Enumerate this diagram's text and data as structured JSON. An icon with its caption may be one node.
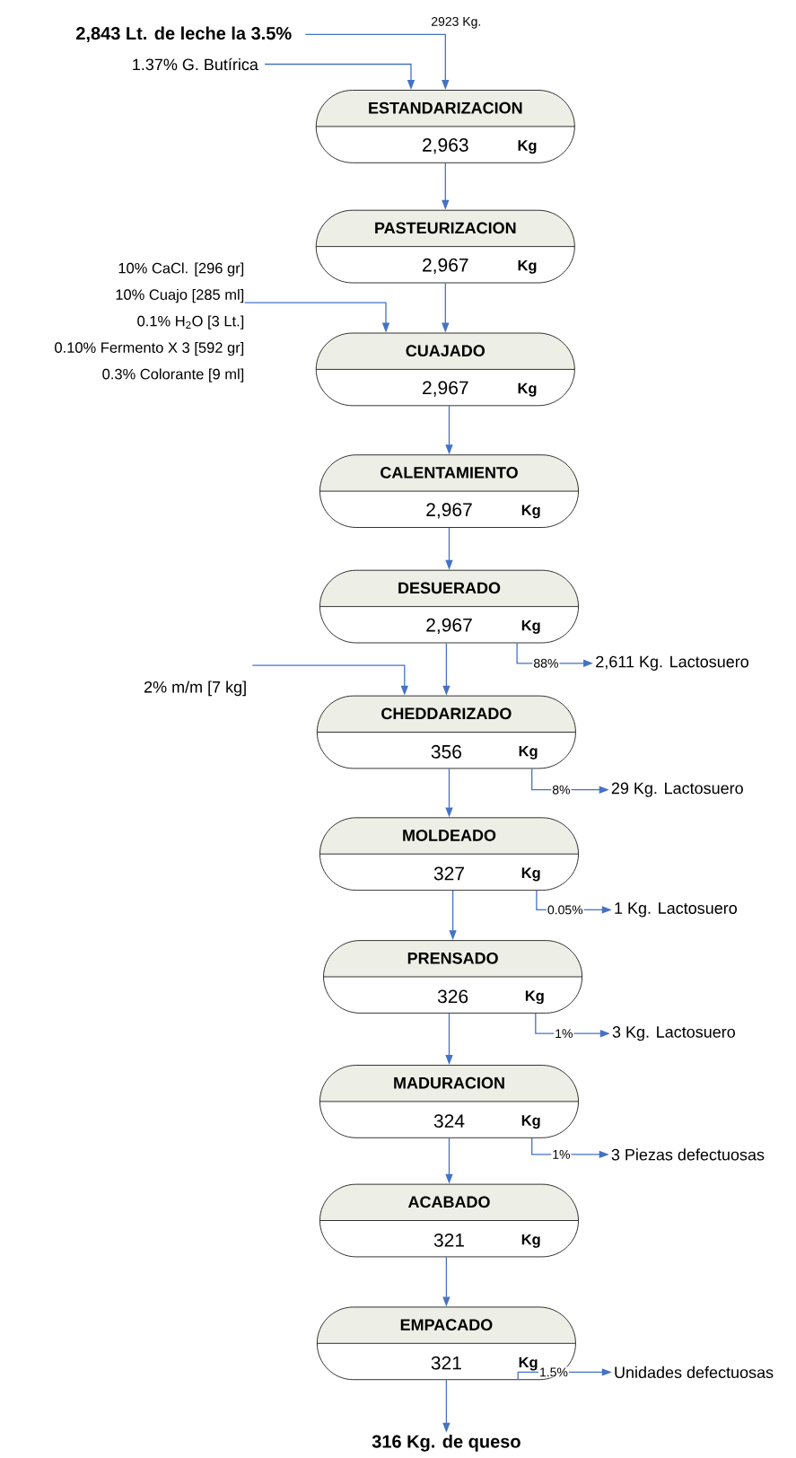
{
  "diagram": {
    "nodes": [
      {
        "text": [
          "2,843 Lt. de leche la 3.5%"
        ]
      },
      {
        "text": [
          "1.37% G. Butírica"
        ]
      },
      {
        "text": [
          "ESTANDARIZACION",
          "2,963",
          "Kg"
        ]
      },
      {
        "text": [
          "PASTEURIZACION",
          "2,967",
          "Kg"
        ]
      },
      {
        "text": [
          "10% CaCl. [296 gr]",
          "10% Cuajo [285 ml]",
          "0.1% H$_{2}$O [3 Lt.]",
          "0.10% Fermento X 3 [592 gr]",
          "0.3% Colorante [9 ml]"
        ]
      },
      {
        "text": [
          "CUAJADO",
          "2,967",
          "Kg"
        ]
      },
      {
        "text": [
          "CALENTAMIENTO",
          "2,967",
          "Kg"
        ]
      },
      {
        "text": [
          "DESUERADO",
          "2,967",
          "Kg"
        ]
      },
      {
        "text": [
          "2,611 Kg. Lactosuero"
        ]
      },
      {
        "text": [
          "2% m/m [7 kg]"
        ]
      },
      {
        "text": [
          "CHEDDARIZADO",
          "356",
          "Kg"
        ]
      },
      {
        "text": [
          "29 Kg. Lactosuero"
        ]
      },
      {
        "text": [
          "MOLDEADO",
          "327",
          "Kg"
        ]
      },
      {
        "text": [
          "1 Kg. Lactosuero"
        ]
      },
      {
        "text": [
          "PRENSADO",
          "326",
          "Kg"
        ]
      },
      {
        "text": [
          "3 Kg. Lactosuero"
        ]
      },
      {
        "text": [
          "MADURACION",
          "324",
          "Kg"
        ]
      },
      {
        "text": [
          "3 Piezas defectuosas"
        ]
      },
      {
        "text": [
          "ACABADO",
          "321",
          "Kg"
        ]
      },
      {
        "text": [
          "EMPACADO",
          "321",
          "Kg"
        ]
      },
      {
        "text": [
          "Unidades defectuosas"
        ]
      },
      {
        "text": [
          "316 Kg. de queso"
        ]
      }
    ],
    "edges": [
      {
        "from": 0,
        "to": 2,
        "arrow": "to",
        "label": "2923 Kg."
      },
      {
        "from": 1,
        "to": 2,
        "arrow": "to"
      },
      {
        "from": 2,
        "to": 3,
        "arrow": "to"
      },
      {
        "from": 3,
        "to": 5,
        "arrow": "to"
      },
      {
        "from": 4,
        "to": 5,
        "arrow": "to"
      },
      {
        "from": 5,
        "to": 6,
        "arrow": "to"
      },
      {
        "from": 6,
        "to": 7,
        "arrow": "to"
      },
      {
        "from": 7,
        "to": 10,
        "arrow": "to"
      },
      {
        "from": 7,
        "to": 8,
        "arrow": "to",
        "label": "88%"
      },
      {
        "from": 9,
        "to": 10,
        "arrow": "to"
      },
      {
        "from": 10,
        "to": 12,
        "arrow": "to"
      },
      {
        "from": 10,
        "to": 11,
        "arrow": "to",
        "label": "8%"
      },
      {
        "from": 12,
        "to": 14,
        "arrow": "to"
      },
      {
        "from": 12,
        "to": 13,
        "arrow": "to",
        "label": "0.05%"
      },
      {
        "from": 14,
        "to": 16,
        "arrow": "to"
      },
      {
        "from": 14,
        "to": 15,
        "arrow": "to",
        "label": "1%"
      },
      {
        "from": 16,
        "to": 18,
        "arrow": "to"
      },
      {
        "from": 16,
        "to": 17,
        "arrow": "to",
        "label": "1%"
      },
      {
        "from": 18,
        "to": 19,
        "arrow": "to"
      },
      {
        "from": 19,
        "to": 21,
        "arrow": "to"
      },
      {
        "from": 19,
        "to": 20,
        "arrow": "to",
        "label": "1.5%"
      }
    ]
  }
}
